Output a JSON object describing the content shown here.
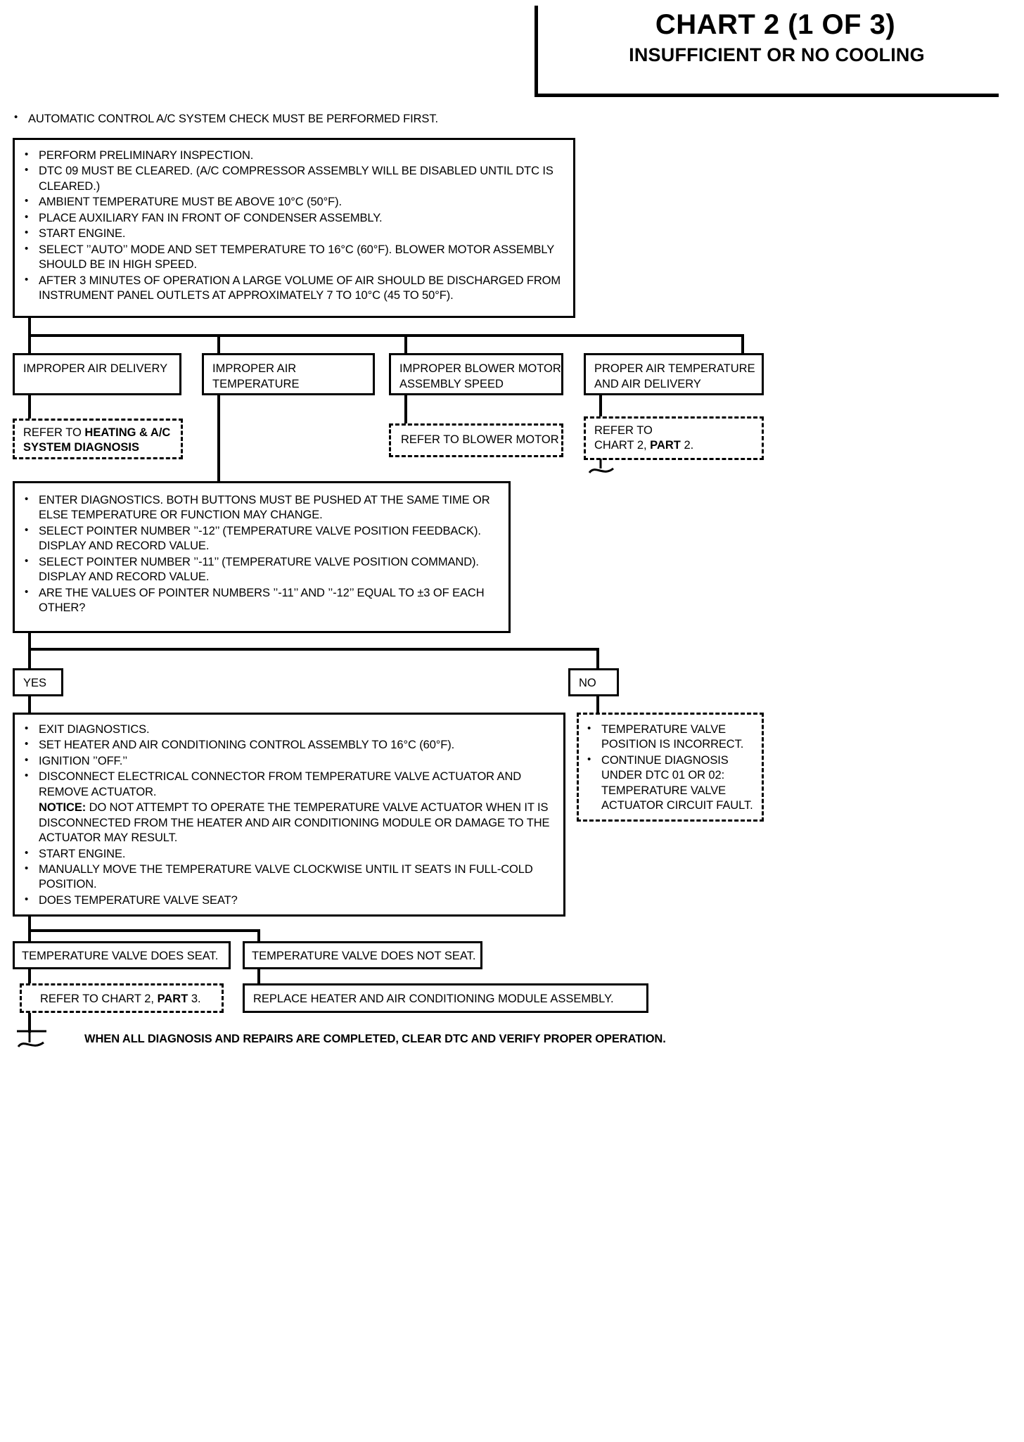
{
  "header": {
    "title": "CHART 2 (1 OF 3)",
    "subtitle": "INSUFFICIENT OR NO COOLING"
  },
  "top_note": "AUTOMATIC CONTROL A/C SYSTEM CHECK MUST BE PERFORMED FIRST.",
  "precheck_box": {
    "bullets": [
      "PERFORM PRELIMINARY INSPECTION.",
      "DTC 09 MUST BE CLEARED. (A/C COMPRESSOR ASSEMBLY WILL BE DISABLED UNTIL DTC IS CLEARED.)",
      "AMBIENT TEMPERATURE MUST BE ABOVE 10°C (50°F).",
      "PLACE AUXILIARY FAN IN FRONT OF CONDENSER ASSEMBLY.",
      "START ENGINE.",
      "SELECT ’’AUTO’’ MODE AND SET TEMPERATURE TO 16°C (60°F). BLOWER MOTOR ASSEMBLY SHOULD BE IN HIGH SPEED.",
      "AFTER 3 MINUTES OF OPERATION A LARGE VOLUME OF AIR SHOULD BE DISCHARGED FROM INSTRUMENT PANEL OUTLETS AT APPROXIMATELY 7 TO 10°C (45 TO 50°F)."
    ]
  },
  "categories": [
    {
      "label": "IMPROPER AIR DELIVERY"
    },
    {
      "label": "IMPROPER AIR TEMPERATURE"
    },
    {
      "label": "IMPROPER BLOWER MOTOR ASSEMBLY SPEED"
    },
    {
      "label": "PROPER AIR TEMPERATURE AND AIR DELIVERY"
    }
  ],
  "refer_heating": {
    "prefix": "REFER TO ",
    "bold1": "HEATING & A/C",
    "bold2": "SYSTEM DIAGNOSIS"
  },
  "refer_blower": "REFER TO BLOWER MOTOR",
  "refer_part2": {
    "line1": "REFER TO",
    "line2_prefix": "CHART 2, ",
    "line2_bold": "PART",
    "line2_suffix": " 2."
  },
  "diagnostics_box": {
    "bullets": [
      "ENTER DIAGNOSTICS. BOTH BUTTONS MUST BE PUSHED AT THE SAME TIME OR ELSE TEMPERATURE OR FUNCTION MAY CHANGE.",
      "SELECT POINTER NUMBER ’’-12’’ (TEMPERATURE VALVE POSITION FEEDBACK). DISPLAY AND RECORD VALUE.",
      "SELECT POINTER NUMBER ’’-11’’ (TEMPERATURE VALVE POSITION COMMAND). DISPLAY AND RECORD VALUE.",
      "ARE THE VALUES OF POINTER NUMBERS ’’-11’’ AND ’’-12’’ EQUAL TO ±3 OF EACH OTHER?"
    ]
  },
  "decision": {
    "yes": "YES",
    "no": "NO"
  },
  "exit_box": {
    "bullets": [
      "EXIT DIAGNOSTICS.",
      "SET HEATER AND AIR CONDITIONING CONTROL ASSEMBLY TO 16°C (60°F).",
      "IGNITION ’’OFF.’’",
      "DISCONNECT ELECTRICAL CONNECTOR FROM TEMPERATURE VALVE ACTUATOR AND REMOVE ACTUATOR."
    ],
    "notice_label": "NOTICE:",
    "notice_text": "  DO NOT ATTEMPT TO OPERATE THE TEMPERATURE VALVE ACTUATOR WHEN IT IS DISCONNECTED FROM THE HEATER AND AIR CONDITIONING MODULE OR DAMAGE TO THE ACTUATOR MAY RESULT.",
    "bullets2": [
      "START ENGINE.",
      "MANUALLY MOVE THE TEMPERATURE VALVE CLOCKWISE UNTIL IT SEATS IN FULL-COLD POSITION.",
      "DOES TEMPERATURE VALVE SEAT?"
    ]
  },
  "temp_valve_box": {
    "bullets": [
      "TEMPERATURE VALVE POSITION IS INCORRECT.",
      "CONTINUE DIAGNOSIS UNDER DTC 01 OR 02: TEMPERATURE VALVE ACTUATOR CIRCUIT FAULT."
    ]
  },
  "seat_results": {
    "yes": "TEMPERATURE VALVE  DOES SEAT.",
    "no": "TEMPERATURE VALVE DOES NOT SEAT."
  },
  "refer_part3": {
    "prefix": "REFER TO CHART 2, ",
    "bold": "PART",
    "suffix": " 3."
  },
  "replace_module": "REPLACE HEATER AND AIR  CONDITIONING MODULE ASSEMBLY.",
  "footer_note": "WHEN ALL DIAGNOSIS AND REPAIRS ARE COMPLETED, CLEAR DTC AND VERIFY PROPER OPERATION.",
  "colors": {
    "ink": "#000000",
    "paper": "#ffffff"
  }
}
